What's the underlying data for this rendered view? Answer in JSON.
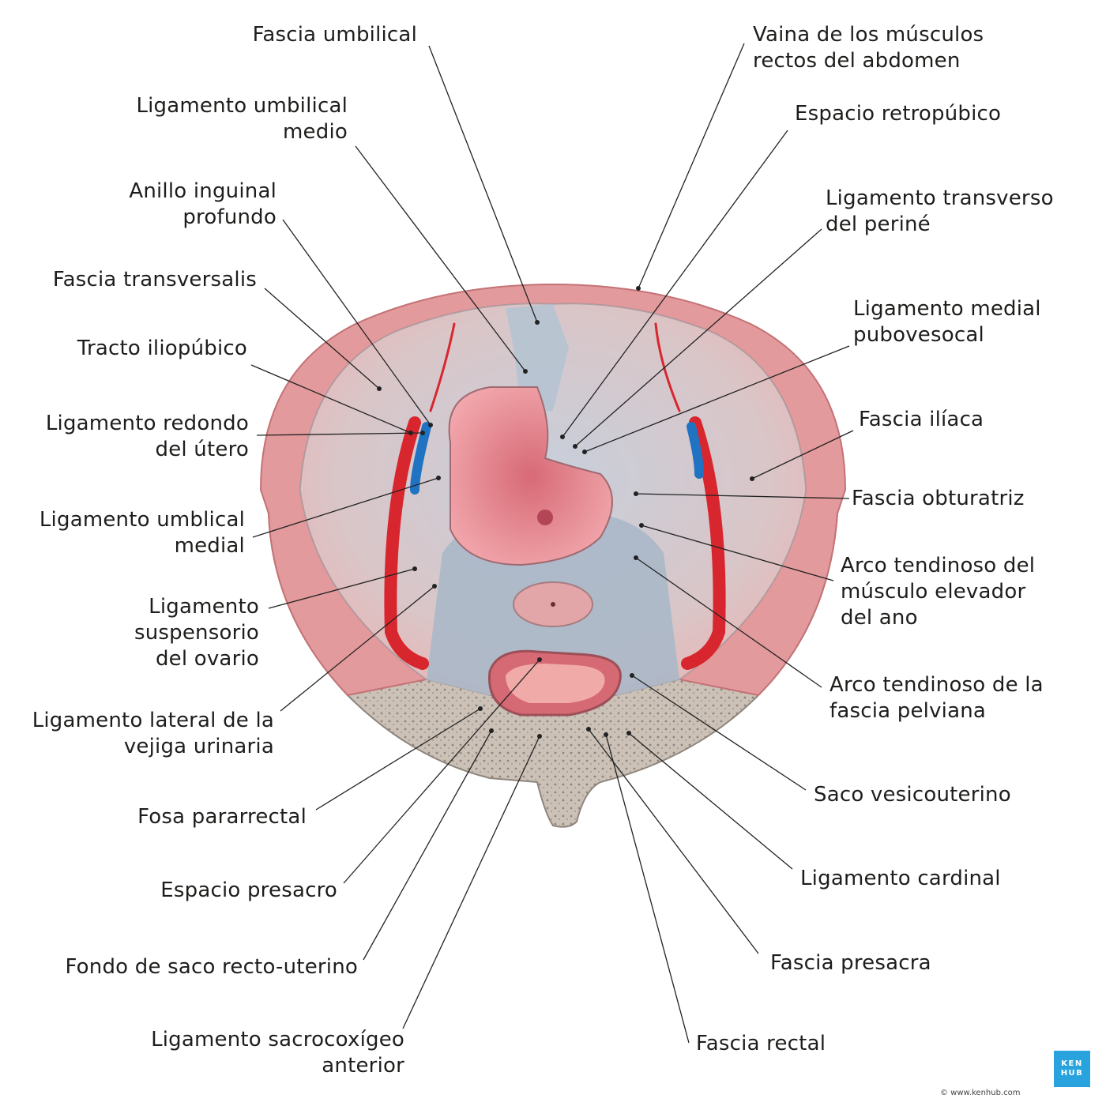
{
  "labels": {
    "fascia_umbilical": "Fascia umbilical",
    "lig_umbilical_medio": "Ligamento umbilical\nmedio",
    "anillo_inguinal": "Anillo inguinal\nprofundo",
    "fascia_transversalis": "Fascia transversalis",
    "tracto_iliopubico": "Tracto iliopúbico",
    "lig_redondo": "Ligamento redondo\ndel útero",
    "lig_umbilical_medial": "Ligamento umblical\nmedial",
    "lig_suspensorio": "Ligamento\nsuspensorio\ndel ovario",
    "lig_lateral_vejiga": "Ligamento lateral de la\nvejiga urinaria",
    "fosa_pararrectal": "Fosa pararrectal",
    "espacio_presacro": "Espacio presacro",
    "fondo_saco": "Fondo de saco recto-uterino",
    "lig_sacrocoxigeo": "Ligamento sacrocoxígeo\nanterior",
    "vaina_rectos": "Vaina de los músculos\nrectos del abdomen",
    "espacio_retropubico": "Espacio retropúbico",
    "lig_transverso_perine": "Ligamento transverso\ndel periné",
    "lig_medial_pubovesocal": "Ligamento medial\npubovesocal",
    "fascia_iliaca": "Fascia ilíaca",
    "fascia_obturatriz": "Fascia obturatriz",
    "arco_elevador": "Arco tendinoso del\nmúsculo elevador\ndel ano",
    "arco_fascia": "Arco tendinoso de la\nfascia pelviana",
    "saco_vesicouterino": "Saco vesicouterino",
    "lig_cardinal": "Ligamento cardinal",
    "fascia_presacra": "Fascia presacra",
    "fascia_rectal": "Fascia rectal"
  },
  "logo": {
    "line1": "KEN",
    "line2": "HUB"
  },
  "copyright": "© www.kenhub.com",
  "colors": {
    "muscle": "#e39a9c",
    "bone": "#c9bfb5",
    "fascia": "#b8c4d2",
    "artery": "#d8262e",
    "vein": "#1f73c2",
    "leader": "#222222"
  }
}
